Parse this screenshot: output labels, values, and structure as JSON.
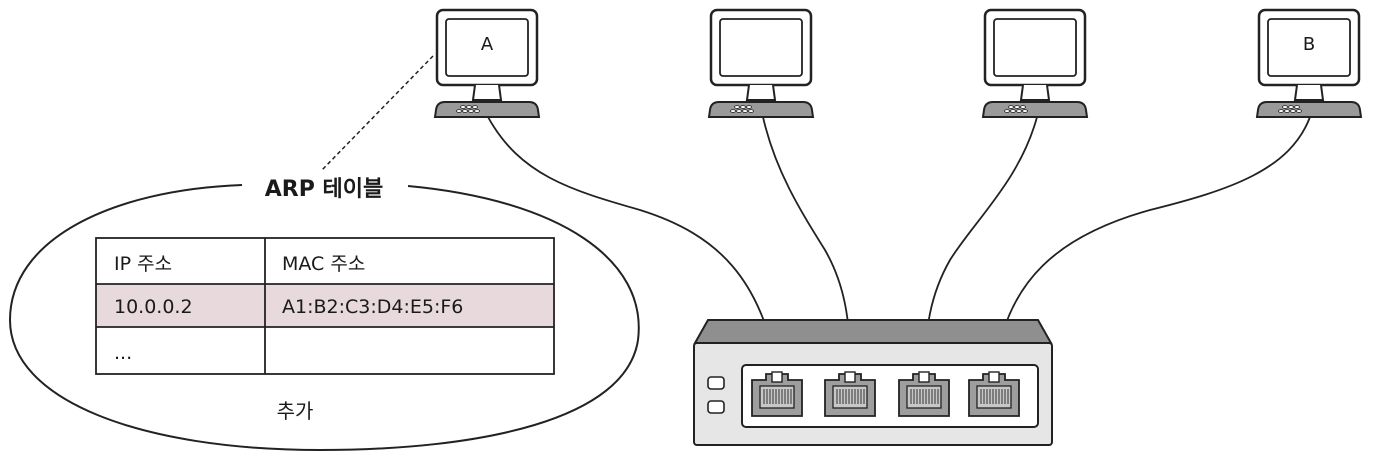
{
  "computers": [
    {
      "label": "A"
    },
    {
      "label": ""
    },
    {
      "label": ""
    },
    {
      "label": "B"
    }
  ],
  "arp_table": {
    "title": "ARP 테이블",
    "headers": [
      "IP 주소",
      "MAC 주소"
    ],
    "rows": [
      {
        "ip": "10.0.0.2",
        "mac": "A1:B2:C3:D4:E5:F6"
      },
      {
        "ip": "...",
        "mac": ""
      }
    ],
    "footer": "추가"
  },
  "colors": {
    "line": "#222222",
    "monitor_fill": "#ffffff",
    "keyboard_fill": "#9a9a9a",
    "switch_top": "#8f8f8f",
    "switch_body": "#e6e6e6",
    "port_fill": "#9e9e9e",
    "row_highlight": "#e7d9dc"
  }
}
